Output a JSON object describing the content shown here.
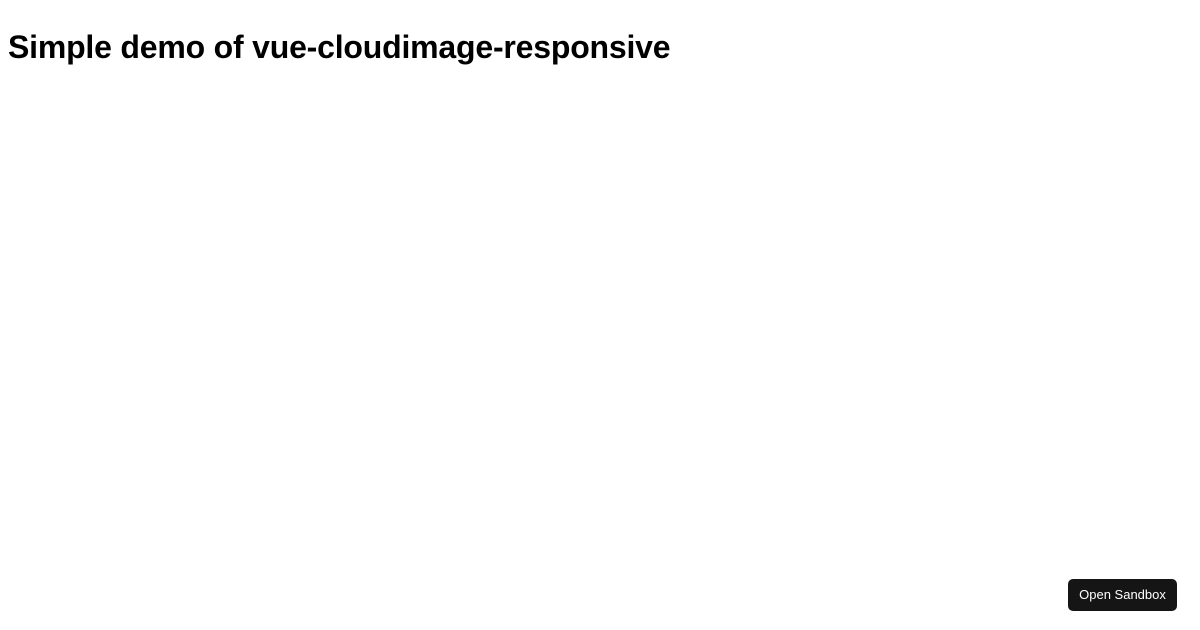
{
  "page": {
    "background_color": "#ffffff",
    "title": "Simple demo of vue-cloudimage-responsive"
  },
  "main": {
    "heading": "Simple demo of vue-cloudimage-responsive",
    "content": ""
  },
  "sandbox": {
    "open_label": "Open Sandbox",
    "background_color": "#151515",
    "text_color": "#ffffff"
  }
}
